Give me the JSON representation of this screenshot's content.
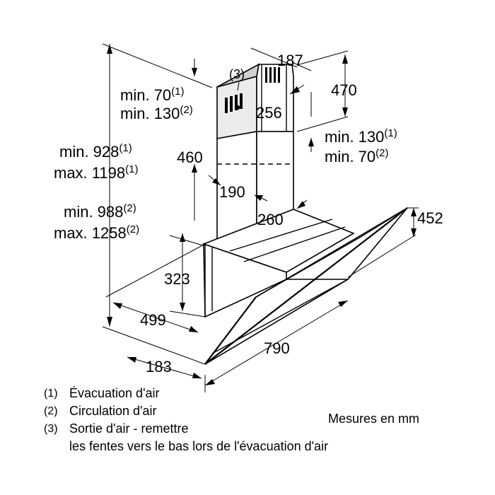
{
  "dimensions": {
    "d187": "187",
    "d470": "470",
    "d256": "256",
    "d460": "460",
    "d190": "190",
    "d260": "260",
    "d452": "452",
    "d323": "323",
    "d499": "499",
    "d790": "790",
    "d183": "183"
  },
  "labels": {
    "min70_a": "min. 70",
    "min130_a": "min. 130",
    "min130_b": "min. 130",
    "min70_b": "min. 70",
    "min928": "min. 928",
    "max1198": "max. 1198",
    "min988": "min. 988",
    "max1258": "max. 1258",
    "callout3": "(3)"
  },
  "sup": {
    "s1": "(1)",
    "s2": "(2)"
  },
  "legend": [
    {
      "num": "(1)",
      "text": "Évacuation d'air"
    },
    {
      "num": "(2)",
      "text": "Circulation d'air"
    },
    {
      "num": "(3)",
      "text": "Sortie d'air - remettre"
    }
  ],
  "legend_continuation": "les fentes vers le bas lors de l'évacuation d'air",
  "units_note": "Mesures en mm"
}
